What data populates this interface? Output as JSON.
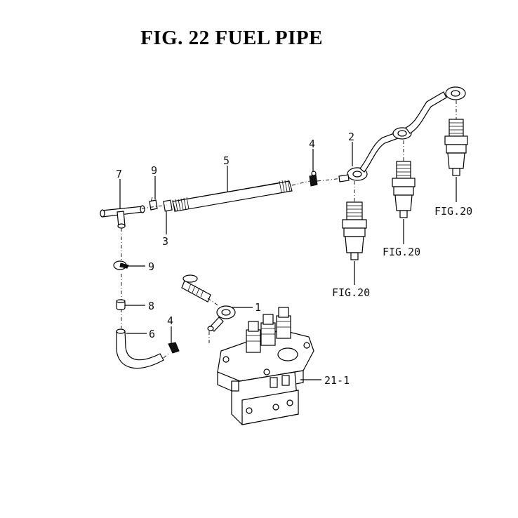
{
  "title": "FIG. 22  FUEL PIPE",
  "callouts": {
    "c1": "1",
    "c2": "2",
    "c3": "3",
    "c4a": "4",
    "c4b": "4",
    "c5": "5",
    "c6": "6",
    "c7": "7",
    "c8": "8",
    "c9a": "9",
    "c9b": "9",
    "c21": "21-1"
  },
  "figrefs": {
    "nozzle_left": "FIG.20",
    "nozzle_mid": "FIG.20",
    "nozzle_right": "FIG.20"
  }
}
